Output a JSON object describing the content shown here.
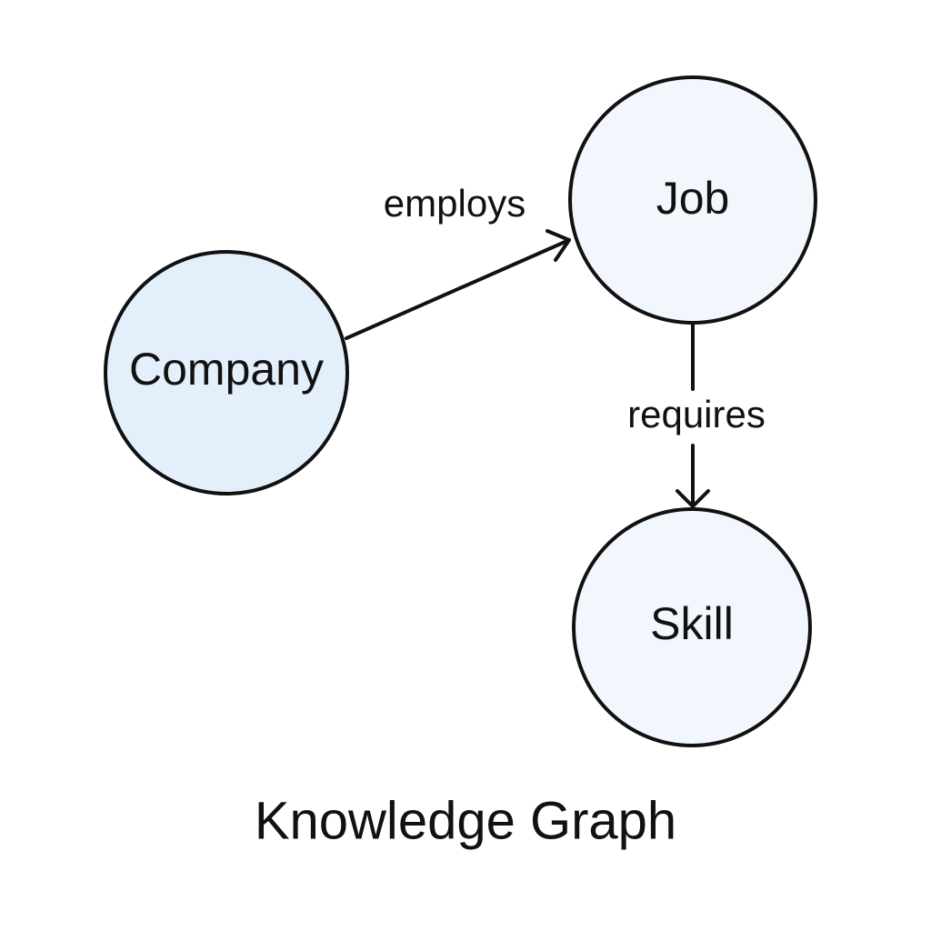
{
  "title": "Knowledge Graph",
  "colors": {
    "stroke": "#111111",
    "company_fill": "#e3f0fc",
    "node_fill": "#f2f7fd",
    "background": "#ffffff"
  },
  "nodes": {
    "company": {
      "label": "Company"
    },
    "job": {
      "label": "Job"
    },
    "skill": {
      "label": "Skill"
    }
  },
  "edges": {
    "employs": {
      "label": "employs",
      "from": "Company",
      "to": "Job"
    },
    "requires": {
      "label": "requires",
      "from": "Job",
      "to": "Skill"
    }
  }
}
